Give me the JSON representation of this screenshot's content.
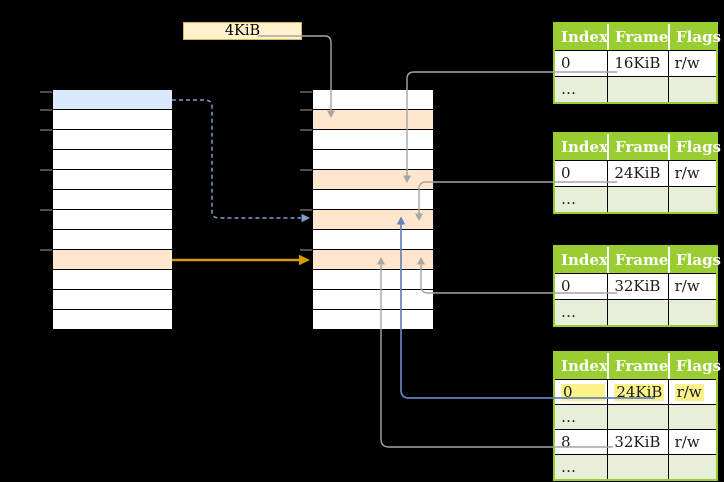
{
  "diagram": {
    "page_size_label": "4KiB"
  },
  "memory_columns": {
    "virtual": {
      "rows": [
        "blue",
        "white",
        "white",
        "white",
        "white",
        "white",
        "white",
        "white",
        "orange",
        "white",
        "white",
        "white"
      ]
    },
    "physical": {
      "rows": [
        "white",
        "orange",
        "white",
        "white",
        "orange",
        "white",
        "orange",
        "white",
        "orange",
        "white",
        "white",
        "white"
      ]
    }
  },
  "page_tables": [
    {
      "headers": [
        "Index",
        "Frame",
        "Flags"
      ],
      "rows": [
        {
          "cells": [
            "0",
            "16KiB",
            "r/w"
          ]
        },
        {
          "cells": [
            "…",
            "",
            ""
          ]
        }
      ]
    },
    {
      "headers": [
        "Index",
        "Frame",
        "Flags"
      ],
      "rows": [
        {
          "cells": [
            "0",
            "24KiB",
            "r/w"
          ]
        },
        {
          "cells": [
            "…",
            "",
            ""
          ]
        }
      ]
    },
    {
      "headers": [
        "Index",
        "Frame",
        "Flags"
      ],
      "rows": [
        {
          "cells": [
            "0",
            "32KiB",
            "r/w"
          ]
        },
        {
          "cells": [
            "…",
            "",
            ""
          ]
        }
      ]
    },
    {
      "headers": [
        "Index",
        "Frame",
        "Flags"
      ],
      "rows": [
        {
          "cells": [
            "0",
            "24KiB",
            "r/w"
          ],
          "highlighted": true
        },
        {
          "cells": [
            "…",
            "",
            ""
          ]
        },
        {
          "cells": [
            "8",
            "32KiB",
            "r/w"
          ]
        },
        {
          "cells": [
            "…",
            "",
            ""
          ]
        }
      ]
    }
  ],
  "colors": {
    "background": "#000000",
    "row_fills": {
      "white": "#ffffff",
      "blue": "#dae8fc",
      "orange": "#ffe6cc"
    },
    "page_size_box_fill": "#fff2cc",
    "page_size_box_border": "#d6b656",
    "table_green": "#9acd32",
    "table_green_light": "#e8efd8",
    "highlight_yellow": "#fbf38a",
    "arrow_gray": "#a6a6a6",
    "arrow_blue": "#6583bd",
    "arrow_blue_dashed": "#7e9cd0",
    "arrow_orange": "#d79b00",
    "tick_gray": "#808080"
  }
}
